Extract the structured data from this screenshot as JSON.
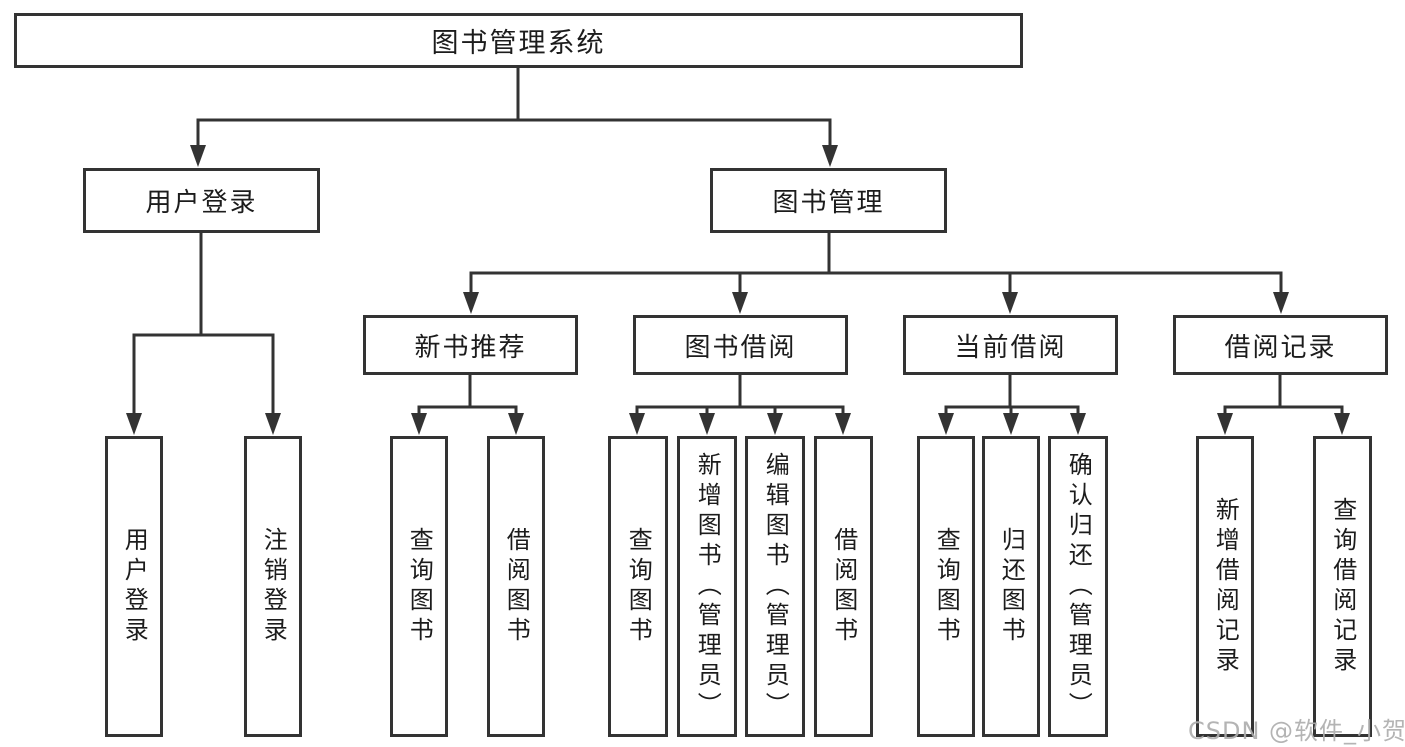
{
  "root": {
    "label": "图书管理系统"
  },
  "level2": [
    {
      "label": "用户登录"
    },
    {
      "label": "图书管理"
    }
  ],
  "level3": [
    {
      "label": "新书推荐"
    },
    {
      "label": "图书借阅"
    },
    {
      "label": "当前借阅"
    },
    {
      "label": "借阅记录"
    }
  ],
  "leaves": {
    "user_login": [
      "用户登录",
      "注销登录"
    ],
    "new_book": [
      "查询图书",
      "借阅图书"
    ],
    "book_borrow": [
      "查询图书",
      "新增图书（管理员）",
      "编辑图书（管理员）",
      "借阅图书"
    ],
    "current_borrow": [
      "查询图书",
      "归还图书",
      "确认归还（管理员）"
    ],
    "borrow_records": [
      "新增借阅记录",
      "查询借阅记录"
    ]
  },
  "watermark": "CSDN @软件_小贺同学",
  "colors": {
    "line": "#333333",
    "box_fill": "#ffffff",
    "text": "#1c1c1c",
    "watermark": "#aeaeae"
  }
}
